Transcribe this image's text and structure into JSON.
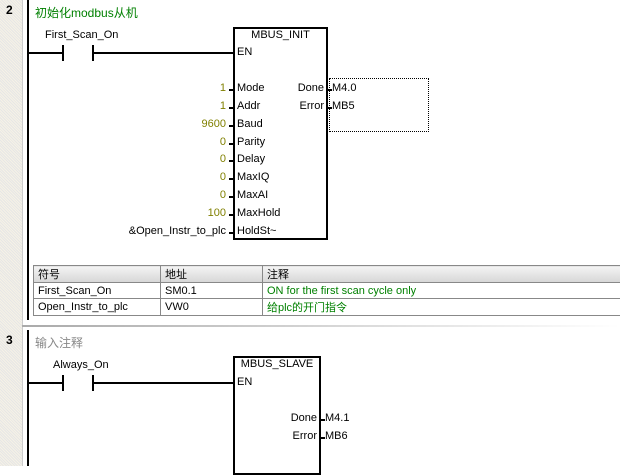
{
  "network2": {
    "number": "2",
    "comment": "初始化modbus从机",
    "contact": "First_Scan_On",
    "block": {
      "title": "MBUS_INIT",
      "en": "EN",
      "inputs": [
        {
          "pin": "Mode",
          "value": "1"
        },
        {
          "pin": "Addr",
          "value": "1"
        },
        {
          "pin": "Baud",
          "value": "9600"
        },
        {
          "pin": "Parity",
          "value": "0"
        },
        {
          "pin": "Delay",
          "value": "0"
        },
        {
          "pin": "MaxIQ",
          "value": "0"
        },
        {
          "pin": "MaxAI",
          "value": "0"
        },
        {
          "pin": "MaxHold",
          "value": "100"
        },
        {
          "pin": "HoldSt~",
          "value": "&Open_Instr_to_plc"
        }
      ],
      "outputs": [
        {
          "pin": "Done",
          "value": "M4.0"
        },
        {
          "pin": "Error",
          "value": "MB5"
        }
      ]
    },
    "symbol_table": {
      "headers": [
        "符号",
        "地址",
        "注释"
      ],
      "rows": [
        [
          "First_Scan_On",
          "SM0.1",
          "ON for the first scan cycle only"
        ],
        [
          "Open_Instr_to_plc",
          "VW0",
          "给plc的开门指令"
        ]
      ]
    }
  },
  "network3": {
    "number": "3",
    "comment": "输入注释",
    "contact": "Always_On",
    "block": {
      "title": "MBUS_SLAVE",
      "en": "EN",
      "outputs": [
        {
          "pin": "Done",
          "value": "M4.1"
        },
        {
          "pin": "Error",
          "value": "MB6"
        }
      ]
    }
  }
}
